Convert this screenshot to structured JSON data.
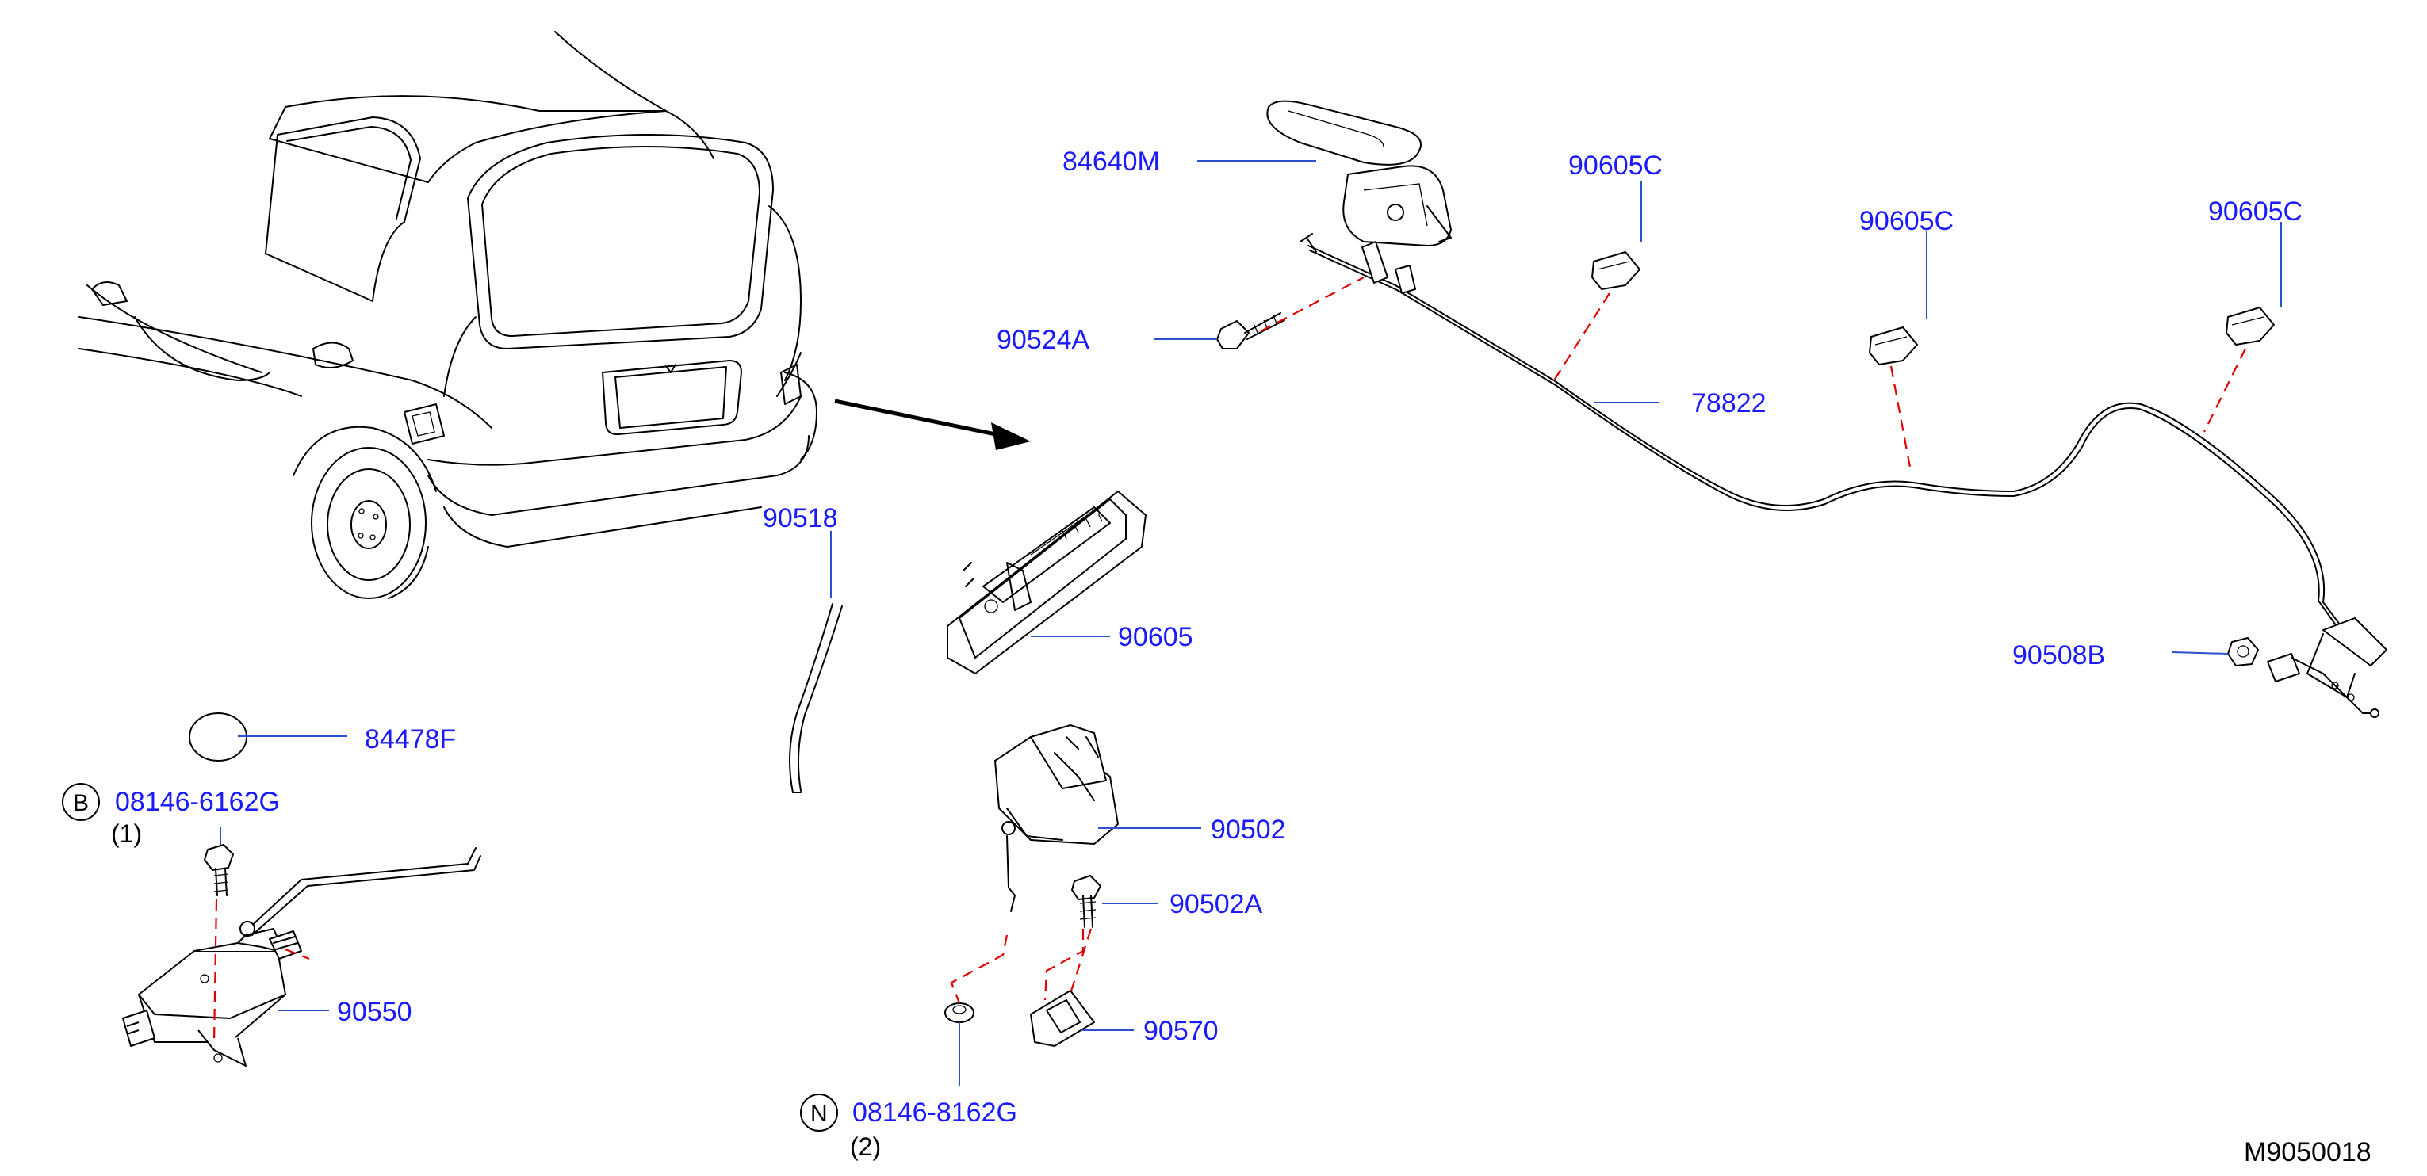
{
  "diagram_code": "M9050018",
  "labels": {
    "p84640M": "84640M",
    "p90605C_a": "90605C",
    "p90605C_b": "90605C",
    "p90605C_c": "90605C",
    "p90524A": "90524A",
    "p78822": "78822",
    "p90518": "90518",
    "p90605": "90605",
    "p90508B": "90508B",
    "p84478F": "84478F",
    "p08146_6162G": "08146-6162G",
    "p90550": "90550",
    "p90502": "90502",
    "p90502A": "90502A",
    "p90570": "90570",
    "p08146_8162G": "08146-8162G"
  },
  "circled": {
    "bolt_b": "B",
    "nut_n": "N"
  },
  "quantities": {
    "bolt_b": "(1)",
    "nut_n": "(2)"
  },
  "colors": {
    "part_number": "#1a1aff",
    "leader_line": "#2a4fcf",
    "install_dash": "#e00000",
    "ink": "#000000"
  }
}
